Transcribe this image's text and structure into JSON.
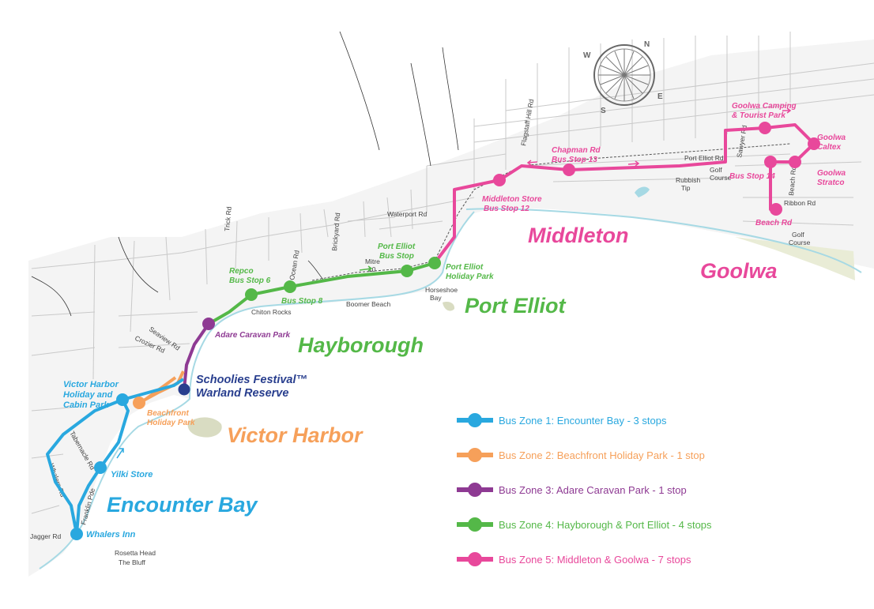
{
  "colors": {
    "zone1": "#29a8df",
    "zone2": "#f6a05a",
    "zone3": "#8e3a93",
    "zone4": "#54b848",
    "zone5": "#e8489b",
    "schoolies": "#283e8e",
    "road": "#c8c8c8",
    "water": "#a6d9e4",
    "land": "#f3f3f3"
  },
  "towns": {
    "encounter_bay": "Encounter Bay",
    "victor_harbor": "Victor Harbor",
    "hayborough": "Hayborough",
    "port_elliot": "Port Elliot",
    "middleton": "Middleton",
    "goolwa": "Goolwa"
  },
  "schoolies": {
    "line1": "Schoolies Festival™",
    "line2": "Warland Reserve"
  },
  "stops": {
    "whalers_inn": "Whalers Inn",
    "yilki_store": "Yilki Store",
    "vh_holiday_1": "Victor Harbor",
    "vh_holiday_2": "Holiday and",
    "vh_holiday_3": "Cabin Park",
    "beachfront_1": "Beachfront",
    "beachfront_2": "Holiday Park",
    "adare": "Adare Caravan Park",
    "repco_1": "Repco",
    "repco_2": "Bus Stop 6",
    "bus_stop_8": "Bus Stop 8",
    "pe_bus_1": "Port Elliot",
    "pe_bus_2": "Bus Stop",
    "pe_holiday_1": "Port Elliot",
    "pe_holiday_2": "Holiday Park",
    "middleton_store_1": "Middleton Store",
    "middleton_store_2": "Bus Stop 12",
    "chapman_1": "Chapman Rd",
    "chapman_2": "Bus Stop 13",
    "bus_stop_14": "Bus Stop 14",
    "beach_rd": "Beach Rd",
    "camping_1": "Goolwa Camping",
    "camping_2": "& Tourist Park",
    "caltex_1": "Goolwa",
    "caltex_2": "Caltex",
    "stratco_1": "Goolwa",
    "stratco_2": "Stratco"
  },
  "places": {
    "rosetta_1": "Rosetta Head",
    "rosetta_2": "The Bluff",
    "chiton_rocks": "Chiton Rocks",
    "boomer_beach": "Boomer Beach",
    "horseshoe_1": "Horseshoe",
    "horseshoe_2": "Bay",
    "rubbish_1": "Rubbish",
    "rubbish_2": "Tip",
    "golf_1": "Golf",
    "golf_2": "Course",
    "golf2_1": "Golf",
    "golf2_2": "Course",
    "mitre_1": "Mitre",
    "mitre_2": "10"
  },
  "roads": {
    "jagger": "Jagger Rd",
    "whalers": "Whalers Rd",
    "franklin": "Franklin Pde",
    "tabernacle": "Tabernacle Rd",
    "crozier": "Crozier Rd",
    "seaview": "Seaview Rd",
    "ocean": "Ocean Rd",
    "brickyard": "Brickyard Rd",
    "waterport": "Waterport Rd",
    "flagstaff": "Flagstaff Hill Rd",
    "port_elliot": "Port Elliot Rd",
    "sawyer": "Sawyer Rd",
    "ribbon": "Ribbon Rd",
    "beach": "Beach Rd",
    "trick": "Trick Rd"
  },
  "compass": {
    "n": "N",
    "e": "E",
    "s": "S",
    "w": "W"
  },
  "legend": [
    {
      "label": "Bus Zone 1: Encounter Bay - 3 stops",
      "color": "#29a8df"
    },
    {
      "label": "Bus Zone 2: Beachfront Holiday Park - 1 stop",
      "color": "#f6a05a"
    },
    {
      "label": "Bus Zone 3: Adare Caravan Park - 1 stop",
      "color": "#8e3a93"
    },
    {
      "label": "Bus Zone 4: Hayborough & Port Elliot - 4 stops",
      "color": "#54b848"
    },
    {
      "label": "Bus Zone 5: Middleton & Goolwa - 7 stops",
      "color": "#e8489b"
    }
  ]
}
